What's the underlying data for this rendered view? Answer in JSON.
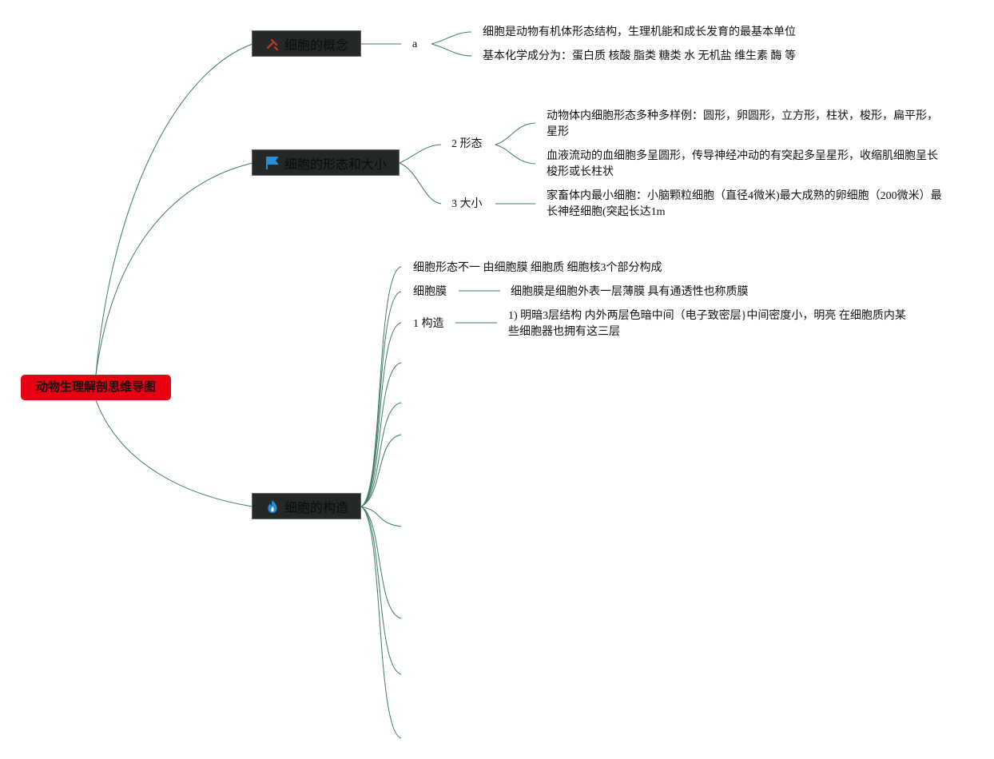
{
  "root": {
    "label": "动物生理解剖思维导图"
  },
  "branches": {
    "concept": {
      "label": "细胞的概念",
      "icon": "tools-icon",
      "icon_color": "#c8342a",
      "sub": {
        "label": "a"
      },
      "items": [
        "细胞是动物有机体形态结构，生理机能和成长发育的最基本单位",
        "基本化学成分为：蛋白质 核酸 脂类 糖类 水 无机盐 维生素 酶 等"
      ]
    },
    "shape": {
      "label": "细胞的形态和大小",
      "icon": "flag-icon",
      "icon_color": "#2a8fd6",
      "form": {
        "label": "2 形态",
        "items": [
          "动物体内细胞形态多种多样例：圆形，卵圆形，立方形，柱状，梭形，扁平形，星形",
          "血液流动的血细胞多呈圆形，传导神经冲动的有突起多呈星形，收缩肌细胞呈长梭形或长柱状"
        ]
      },
      "size": {
        "label": "3 大小",
        "items": [
          "家畜体内最小细胞：小脑颗粒细胞（直径4微米)最大成熟的卵细胞（200微米）最长神经细胞(突起长达1m"
        ]
      }
    },
    "structure": {
      "label": "细胞的构造",
      "icon": "flame-icon",
      "icon_color": "#2a8fd6",
      "intro": "细胞形态不一 由细胞膜 细胞质 细胞核3个部分构成",
      "membrane": {
        "label": "细胞膜",
        "detail": "细胞膜是细胞外表一层薄膜 具有通透性也称质膜"
      },
      "construct": {
        "label": "1 构造",
        "detail": "1) 明暗3层结构 内外两层色暗中间（电子致密层}中间密度小，明亮 在细胞质内某些细胞器也拥有这三层"
      }
    }
  },
  "colors": {
    "root_bg": "#e60012",
    "branch_bg": "#242827",
    "link": "#3f7a66"
  }
}
